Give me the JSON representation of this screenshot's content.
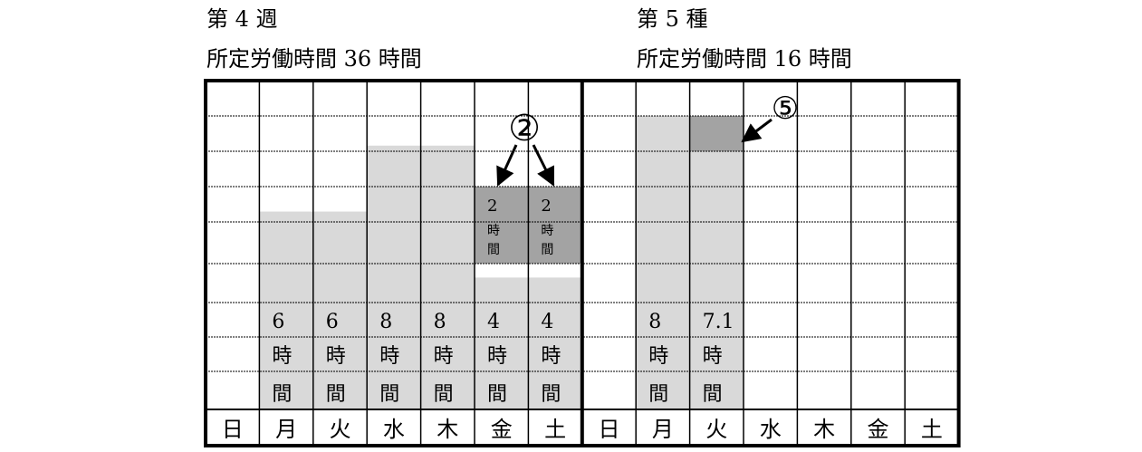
{
  "left": {
    "week_title": "第 4 週",
    "hours_line": "所定労働時間 36 時間",
    "days": [
      "日",
      "月",
      "火",
      "水",
      "木",
      "金",
      "土"
    ],
    "bars": [
      {
        "day": 1,
        "hours": 6,
        "label": [
          "6",
          "時",
          "間"
        ]
      },
      {
        "day": 2,
        "hours": 6,
        "label": [
          "6",
          "時",
          "間"
        ]
      },
      {
        "day": 3,
        "hours": 8,
        "label": [
          "8",
          "時",
          "間"
        ]
      },
      {
        "day": 4,
        "hours": 8,
        "label": [
          "8",
          "時",
          "間"
        ]
      },
      {
        "day": 5,
        "hours": 4,
        "label": [
          "4",
          "時",
          "間"
        ]
      },
      {
        "day": 6,
        "hours": 4,
        "label": [
          "4",
          "時",
          "間"
        ]
      }
    ],
    "extra_blocks": [
      {
        "day": 5,
        "hours": 2,
        "label": [
          "2",
          "時",
          "間"
        ]
      },
      {
        "day": 6,
        "hours": 2,
        "label": [
          "2",
          "時",
          "間"
        ]
      }
    ],
    "callout": "②"
  },
  "right": {
    "week_title": "第 5 種",
    "hours_line": "所定労働時間 16 時間",
    "days": [
      "日",
      "月",
      "火",
      "水",
      "木",
      "金",
      "土"
    ],
    "bars": [
      {
        "day": 1,
        "hours": 8,
        "label": [
          "8",
          "時",
          "間"
        ]
      },
      {
        "day": 2,
        "hours": 8,
        "label": [
          "7.1",
          "時",
          "間"
        ]
      }
    ],
    "extra_blocks": [
      {
        "day": 2,
        "hours": 1
      }
    ],
    "callout": "⑤"
  },
  "colors": {
    "light_fill": "#d9d9d9",
    "dark_fill": "#a3a3a3",
    "grid_line": "#000000"
  }
}
